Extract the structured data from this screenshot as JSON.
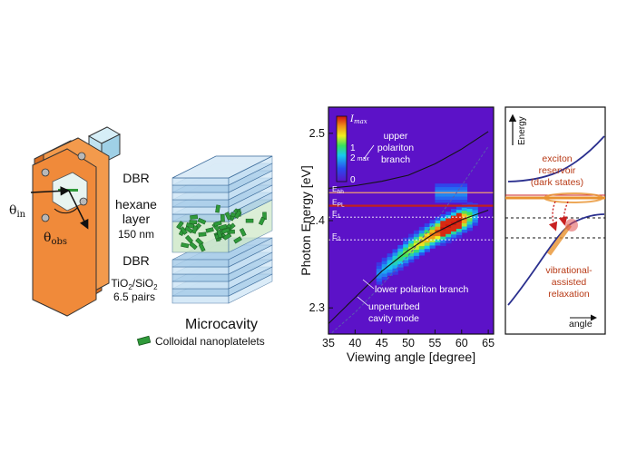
{
  "device": {
    "theta_in": "θin",
    "theta_in_base": "θ",
    "theta_in_sub": "in",
    "theta_obs_base": "θ",
    "theta_obs_sub": "obs"
  },
  "cavity": {
    "dbr_top": "DBR",
    "hexane_line1": "hexane",
    "hexane_line2": "layer",
    "hexane_line3": "150 nm",
    "dbr_bottom": "DBR",
    "mirror_material": "TiO",
    "mirror_sub1": "2",
    "mirror_slash": "/SiO",
    "mirror_sub2": "2",
    "mirror_pairs": "6.5 pairs",
    "title": "Microcavity",
    "legend": "Colloidal nanoplatelets"
  },
  "chart_data": {
    "type": "heatmap",
    "xlabel": "Viewing angle [degree]",
    "ylabel": "Photon Energy [eV]",
    "xlim": [
      35,
      66
    ],
    "ylim": [
      2.27,
      2.53
    ],
    "xticks": [
      35,
      40,
      45,
      50,
      55,
      60,
      65
    ],
    "yticks": [
      2.3,
      2.4,
      2.5
    ],
    "colorbar": {
      "top_label": "I",
      "top_label_sub": "max",
      "mid_label": "1",
      "mid_frac_den": "2",
      "mid_frac_sub": "max",
      "bottom_label": "0"
    },
    "levels": {
      "E_hh": {
        "label_base": "E",
        "label_sub": "hh",
        "energy": 2.432
      },
      "E_PL": {
        "label_base": "E",
        "label_sub": "PL",
        "energy": 2.417
      },
      "E_1": {
        "label_base": "E",
        "label_sub": "1",
        "energy": 2.404
      },
      "E_2": {
        "label_base": "E",
        "label_sub": "2",
        "energy": 2.378
      }
    },
    "curves": {
      "upper_polariton": {
        "angle": [
          35,
          40,
          45,
          50,
          55,
          60,
          65
        ],
        "energy": [
          2.437,
          2.44,
          2.445,
          2.452,
          2.465,
          2.482,
          2.502
        ]
      },
      "lower_polariton": {
        "angle": [
          35,
          40,
          45,
          50,
          55,
          58,
          60,
          65
        ],
        "energy": [
          2.282,
          2.312,
          2.342,
          2.366,
          2.386,
          2.395,
          2.401,
          2.412
        ]
      },
      "cavity_mode": {
        "angle": [
          35,
          40,
          45,
          50,
          55,
          60,
          65
        ],
        "energy": [
          2.268,
          2.295,
          2.326,
          2.36,
          2.398,
          2.44,
          2.485
        ]
      }
    },
    "annotations": {
      "upper_line1": "upper",
      "upper_line2": "polariton",
      "upper_line3": "branch",
      "lower": "lower polariton branch",
      "cavity_line1": "unperturbed",
      "cavity_line2": "cavity mode"
    }
  },
  "schematic": {
    "energy_label": "Energy",
    "reservoir_line1": "exciton",
    "reservoir_line2": "reservoir",
    "reservoir_line3": "(dark states)",
    "relax_line1": "vibrational-",
    "relax_line2": "assisted",
    "relax_line3": "relaxation",
    "angle_label": "angle"
  },
  "colors": {
    "device_orange": "#f08a3a",
    "arrow_red": "#cc2020",
    "curve_blue": "#2a2f8e",
    "annotation_red": "#b83a16",
    "nanoplatelet_green": "#2f9a3a",
    "mirror_blue": "#a9cde9"
  }
}
